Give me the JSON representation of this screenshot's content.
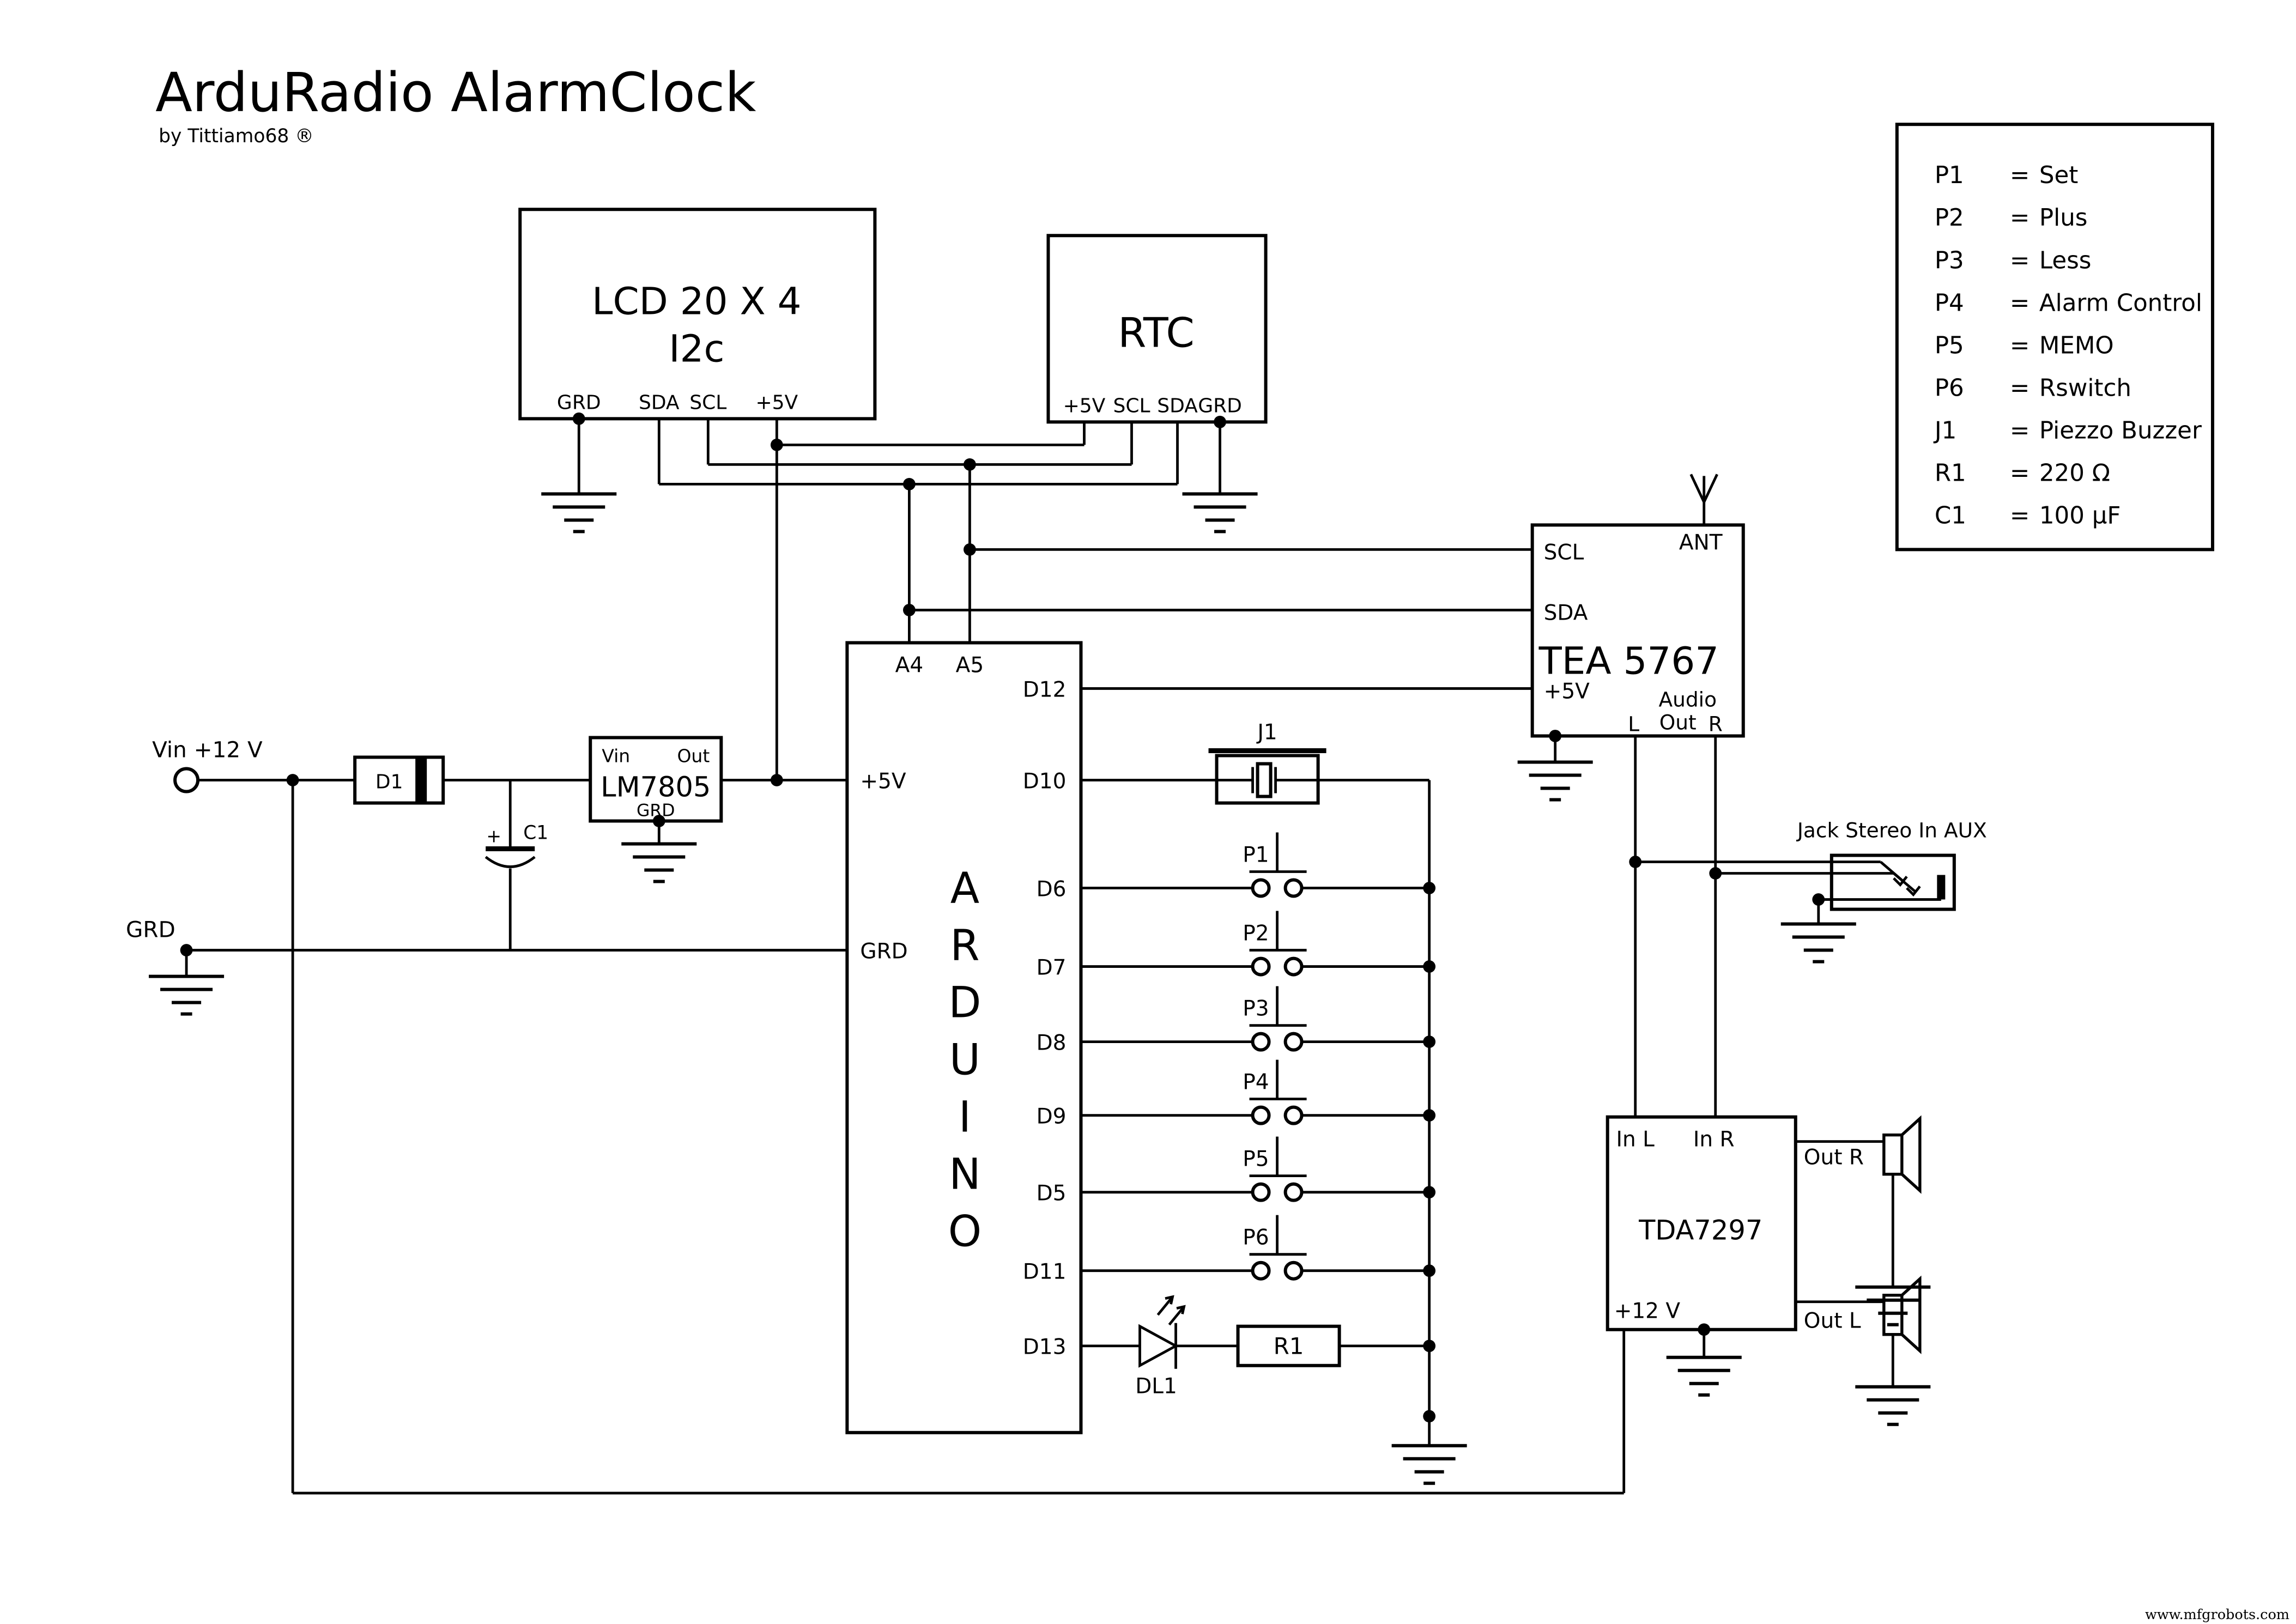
{
  "title": "ArduRadio AlarmClock",
  "subtitle": "by Tittiamo68  ®",
  "watermark": "www.mfgrobots.com",
  "colors": {
    "ink": "#000000",
    "background": "#ffffff",
    "watermark": "#333333"
  },
  "legend": {
    "eq": "=",
    "rows": [
      {
        "name": "P1",
        "value": "Set"
      },
      {
        "name": "P2",
        "value": "Plus"
      },
      {
        "name": "P3",
        "value": "Less"
      },
      {
        "name": "P4",
        "value": "Alarm Control"
      },
      {
        "name": "P5",
        "value": "MEMO"
      },
      {
        "name": "P6",
        "value": "Rswitch"
      },
      {
        "name": "J1",
        "value": "Piezzo Buzzer"
      },
      {
        "name": "R1",
        "value": "220 Ω"
      },
      {
        "name": "C1",
        "value": "100 µF"
      }
    ]
  },
  "blocks": {
    "lcd": {
      "line1": "LCD 20 X 4",
      "line2": "I2c",
      "pins": {
        "grd": "GRD",
        "sda": "SDA",
        "scl": "SCL",
        "p5v": "+5V"
      }
    },
    "rtc": {
      "title": "RTC",
      "pins": {
        "p5v": "+5V",
        "scl": "SCL",
        "sda": "SDA",
        "grd": "GRD"
      }
    },
    "arduino": {
      "letters": [
        "A",
        "R",
        "D",
        "U",
        "I",
        "N",
        "O"
      ],
      "top_pins": [
        "A4",
        "A5"
      ],
      "left_pins": [
        "+5V",
        "GRD"
      ],
      "right_pins": [
        "D12",
        "D10",
        "D6",
        "D7",
        "D8",
        "D9",
        "D5",
        "D11",
        "D13"
      ]
    },
    "tea5767": {
      "title": "TEA 5767",
      "pins": {
        "scl": "SCL",
        "sda": "SDA",
        "p5v": "+5V",
        "ant": "ANT",
        "audio": "Audio",
        "out": "Out",
        "l": "L",
        "r": "R"
      }
    },
    "lm7805": {
      "title": "LM7805",
      "pins": {
        "vin": "Vin",
        "out": "Out",
        "grd": "GRD"
      }
    },
    "tda7297": {
      "title": "TDA7297",
      "pins": {
        "in_l": "In L",
        "in_r": "In R",
        "p12v": "+12 V",
        "out_r": "Out R",
        "out_l": "Out L"
      }
    },
    "jack": {
      "label": "Jack Stereo In AUX"
    },
    "buzzer": {
      "label": "J1"
    },
    "led": {
      "label": "DL1"
    },
    "resistor": {
      "label": "R1"
    },
    "capacitor": {
      "label": "C1",
      "plus": "+"
    },
    "diode": {
      "label": "D1"
    },
    "power": {
      "vin": "Vin +12 V",
      "grd": "GRD"
    },
    "buttons": [
      "P1",
      "P2",
      "P3",
      "P4",
      "P5",
      "P6"
    ]
  }
}
